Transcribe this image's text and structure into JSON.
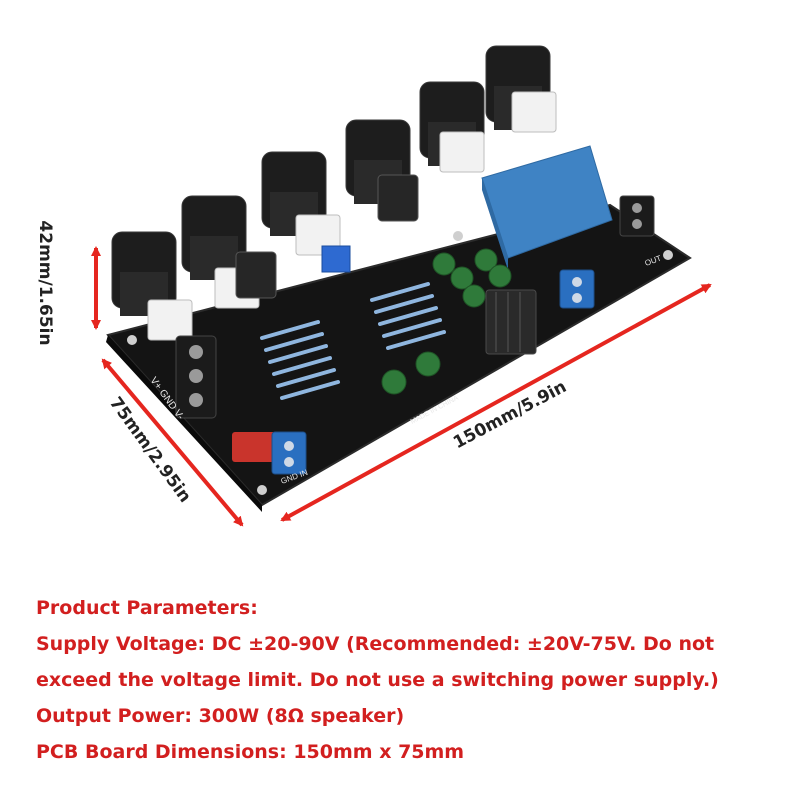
{
  "dimensions": {
    "height": "42mm/1.65in",
    "depth": "75mm/2.95in",
    "width": "150mm/5.9in"
  },
  "board_labels": {
    "supply": "V+  GND  V-",
    "input": "GND  IN",
    "output": "OUT",
    "made_in": "MADE IN CHINA"
  },
  "parameters": {
    "heading": "Product Parameters:",
    "line1": "Supply Voltage: DC ±20-90V (Recommended: ±20V-75V. Do not",
    "line2": "exceed the voltage limit. Do not use a switching power supply.)",
    "line3": "Output Power: 300W (8Ω speaker)",
    "line4": "PCB Board Dimensions: 150mm x 75mm"
  },
  "colors": {
    "pcb": "#141414",
    "arrow": "#e5261f",
    "relay": "#3f83c4",
    "terminal": "#2a6fc0",
    "text_red": "#d21f1f"
  }
}
